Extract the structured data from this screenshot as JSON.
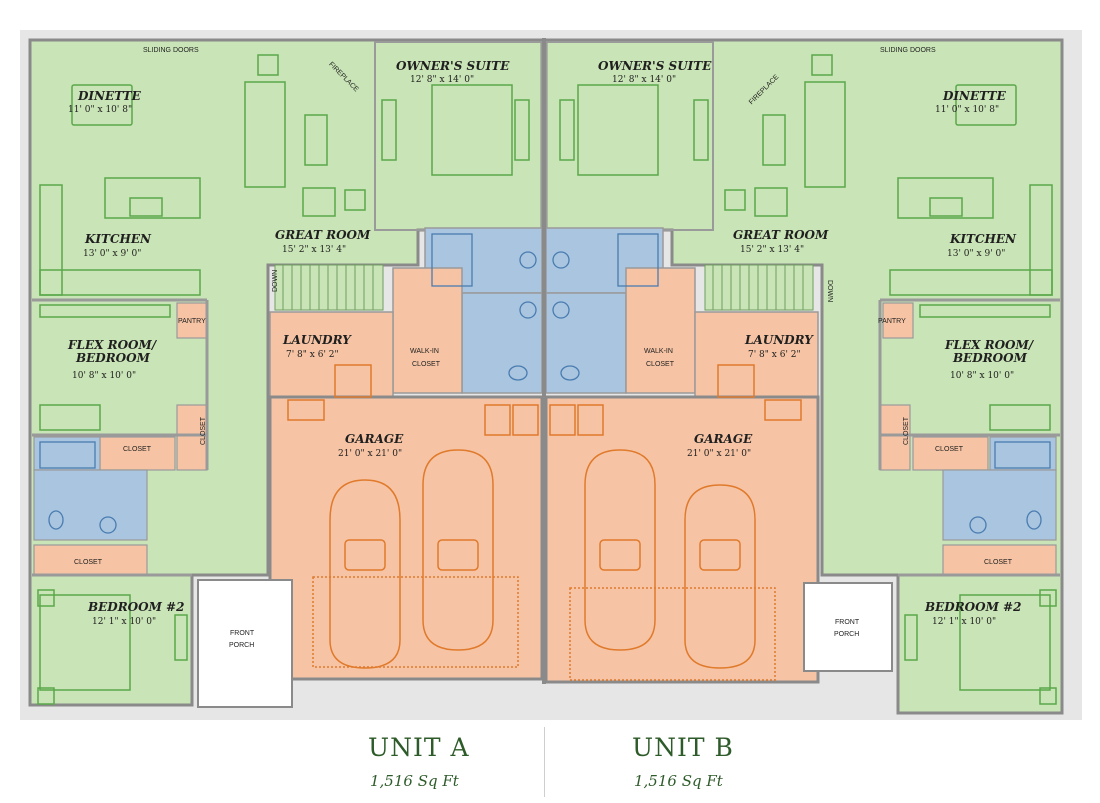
{
  "units": [
    {
      "name": "UNIT A",
      "area": "1,516 Sq Ft"
    },
    {
      "name": "UNIT B",
      "area": "1,516 Sq Ft"
    }
  ],
  "rooms": {
    "sliding_doors": "SLIDING DOORS",
    "fireplace": "FIREPLACE",
    "dinette": {
      "name": "DINETTE",
      "dim": "11' 0\" x 10' 8\""
    },
    "owners_suite": {
      "name": "OWNER'S SUITE",
      "dim": "12' 8\" x 14' 0\""
    },
    "kitchen": {
      "name": "KITCHEN",
      "dim": "13' 0\" x 9' 0\""
    },
    "great_room": {
      "name": "GREAT ROOM",
      "dim": "15' 2\" x 13' 4\""
    },
    "down": "DOWN",
    "pantry": "PANTRY",
    "flex_room": {
      "line1": "FLEX ROOM/",
      "line2": "BEDROOM",
      "dim": "10' 8\" x 10' 0\""
    },
    "laundry": {
      "name": "LAUNDRY",
      "dim": "7' 8\" x 6' 2\""
    },
    "walk_in": {
      "line1": "WALK-IN",
      "line2": "CLOSET"
    },
    "garage": {
      "name": "GARAGE",
      "dim": "21' 0\" x 21' 0\""
    },
    "closet": "CLOSET",
    "front_porch": {
      "line1": "FRONT",
      "line2": "PORCH"
    },
    "bedroom2": {
      "name": "BEDROOM #2",
      "dim": "12' 1\" x 10' 0\""
    }
  },
  "colors": {
    "living": "#c9e4b6",
    "furniture": "#5aa84a",
    "bath": "#a9c5e0",
    "bath_line": "#4a7cb0",
    "utility": "#f6c4a4",
    "utility_line": "#e07a2c",
    "wall": "#8a8a8a",
    "title": "#2e5b2a"
  }
}
